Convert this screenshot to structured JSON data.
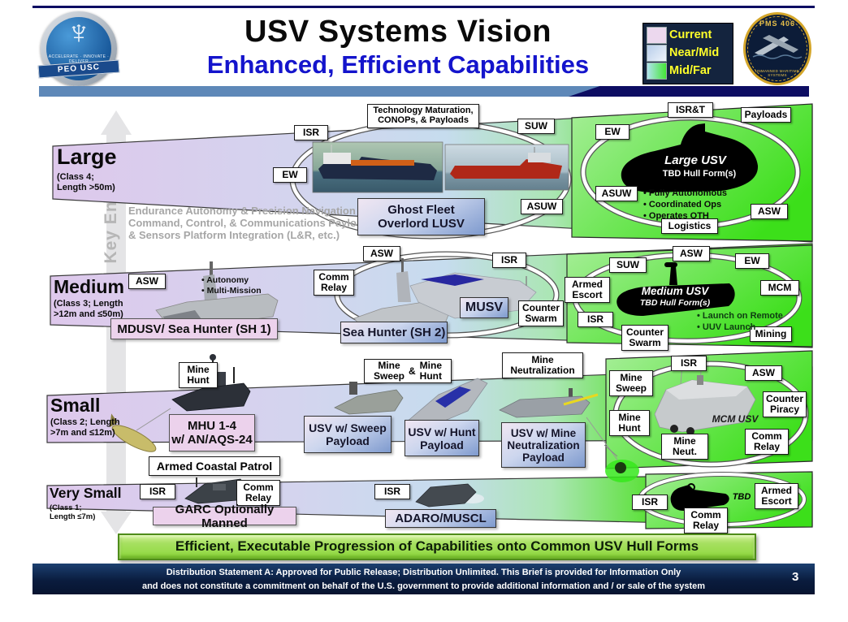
{
  "header": {
    "title": "USV Systems Vision",
    "subtitle": "Enhanced, Efficient Capabilities",
    "peo_logo": {
      "name": "PEO USC",
      "motto": "ACCELERATE · INNOVATE · DELIVER",
      "trident": "♆"
    },
    "pms_logo": {
      "name": "PMS 406",
      "subtitle": "UNMANNED MARITIME SYSTEMS"
    },
    "legend": {
      "current": {
        "label": "Current",
        "color": "#ecd8ee"
      },
      "near_mid": {
        "label": "Near/Mid",
        "color": "#c8d8ee"
      },
      "mid_far": {
        "label": "Mid/Far",
        "color": "#52e34a"
      }
    }
  },
  "key_enablers": {
    "title": "Key Enablers",
    "items": [
      "Endurance",
      "Autonomy & Precision Navigation",
      "Command, Control, & Communications",
      "Payloads & Sensors",
      "Platform Integration (L&R, etc.)"
    ]
  },
  "rows": {
    "large": {
      "label": "Large",
      "class_info": "(Class 4;\nLength >50m)",
      "mid": {
        "isr": "ISR",
        "ew": "EW",
        "suw": "SUW",
        "asuw": "ASUW",
        "tech_box": "Technology Maturation,\nCONOPs, & Payloads",
        "platform": "Ghost Fleet\nOverlord LUSV"
      },
      "future": {
        "ew": "EW",
        "isrt": "ISR&T",
        "payloads": "Payloads",
        "asuw": "ASUW",
        "asw": "ASW",
        "logistics": "Logistics",
        "platform": "Large USV",
        "hull": "TBD Hull Form(s)",
        "bullets": [
          "• Fully Autonomous",
          "• Coordinated Ops",
          "• Operates OTH"
        ]
      }
    },
    "medium": {
      "label": "Medium",
      "class_info": "(Class 3; Length\n>12m and ≤50m)",
      "current": {
        "asw": "ASW",
        "bullets": [
          "• Autonomy",
          "• Multi-Mission"
        ],
        "platform": "MDUSV/ Sea Hunter (SH 1)"
      },
      "mid": {
        "comm_relay": "Comm\nRelay",
        "asw": "ASW",
        "isr": "ISR",
        "counter_swarm": "Counter\nSwarm",
        "platform_sh2": "Sea Hunter (SH 2)",
        "platform_musv": "MUSV"
      },
      "future": {
        "suw": "SUW",
        "asw": "ASW",
        "ew": "EW",
        "mcm": "MCM",
        "armed_escort": "Armed\nEscort",
        "isr": "ISR",
        "counter_swarm": "Counter\nSwarm",
        "mining": "Mining",
        "platform": "Medium USV",
        "hull": "TBD Hull Form(s)",
        "bullets": [
          "• Launch on Remote",
          "• UUV Launch"
        ]
      }
    },
    "small": {
      "label": "Small",
      "class_info": "(Class 2; Length\n>7m and ≤12m)",
      "current": {
        "mine_hunt": "Mine\nHunt",
        "platform": "MHU 1-4\nw/ AN/AQS-24",
        "armed_coastal": "Armed Coastal Patrol"
      },
      "mid": {
        "mine_sweep": "Mine\nSweep",
        "amp": "&",
        "mine_hunt": "Mine\nHunt",
        "mine_neut": "Mine\nNeutralization",
        "platform_sweep": "USV w/ Sweep\nPayload",
        "platform_hunt": "USV w/ Hunt\nPayload",
        "platform_neut": "USV w/ Mine\nNeutralization\nPayload"
      },
      "future": {
        "mine_sweep": "Mine\nSweep",
        "isr": "ISR",
        "asw": "ASW",
        "counter_piracy": "Counter\nPiracy",
        "mine_hunt": "Mine\nHunt",
        "mine_neut": "Mine\nNeut.",
        "comm_relay": "Comm\nRelay",
        "platform": "MCM USV"
      }
    },
    "very_small": {
      "label": "Very Small",
      "class_info": "(Class 1;\nLength ≤7m)",
      "current": {
        "isr": "ISR",
        "comm_relay": "Comm\nRelay",
        "platform": "GARC Optionally Manned"
      },
      "mid": {
        "isr": "ISR",
        "platform": "ADARO/MUSCL"
      },
      "future": {
        "isr": "ISR",
        "comm_relay": "Comm\nRelay",
        "armed_escort": "Armed\nEscort",
        "platform": "TBD"
      }
    }
  },
  "banner": "Efficient, Executable Progression of Capabilities onto Common USV Hull Forms",
  "footer": {
    "line1": "Distribution Statement A:  Approved for Public Release; Distribution Unlimited. This Brief is provided for Information Only",
    "line2": "and does not constitute a commitment on behalf of the U.S. government to provide additional information and / or sale of the system",
    "page": "3"
  }
}
